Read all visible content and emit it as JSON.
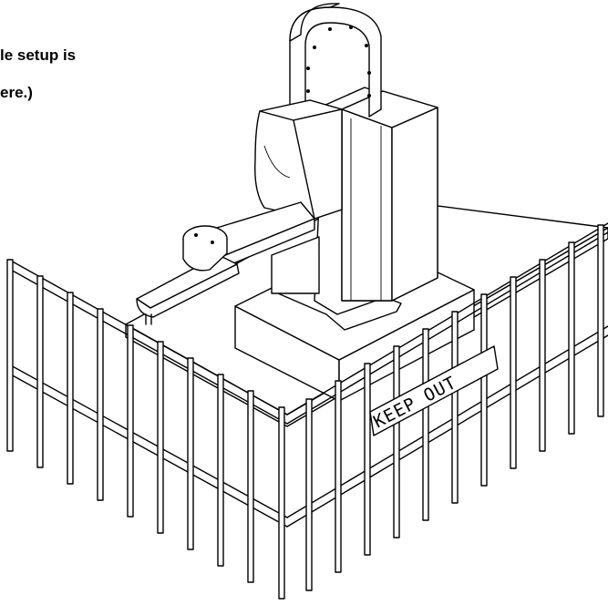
{
  "caption": {
    "line1": "le setup is",
    "line2": "ere.)"
  },
  "sign": {
    "text": "KEEP OUT"
  },
  "colors": {
    "line": "#000000",
    "background": "#ffffff"
  }
}
